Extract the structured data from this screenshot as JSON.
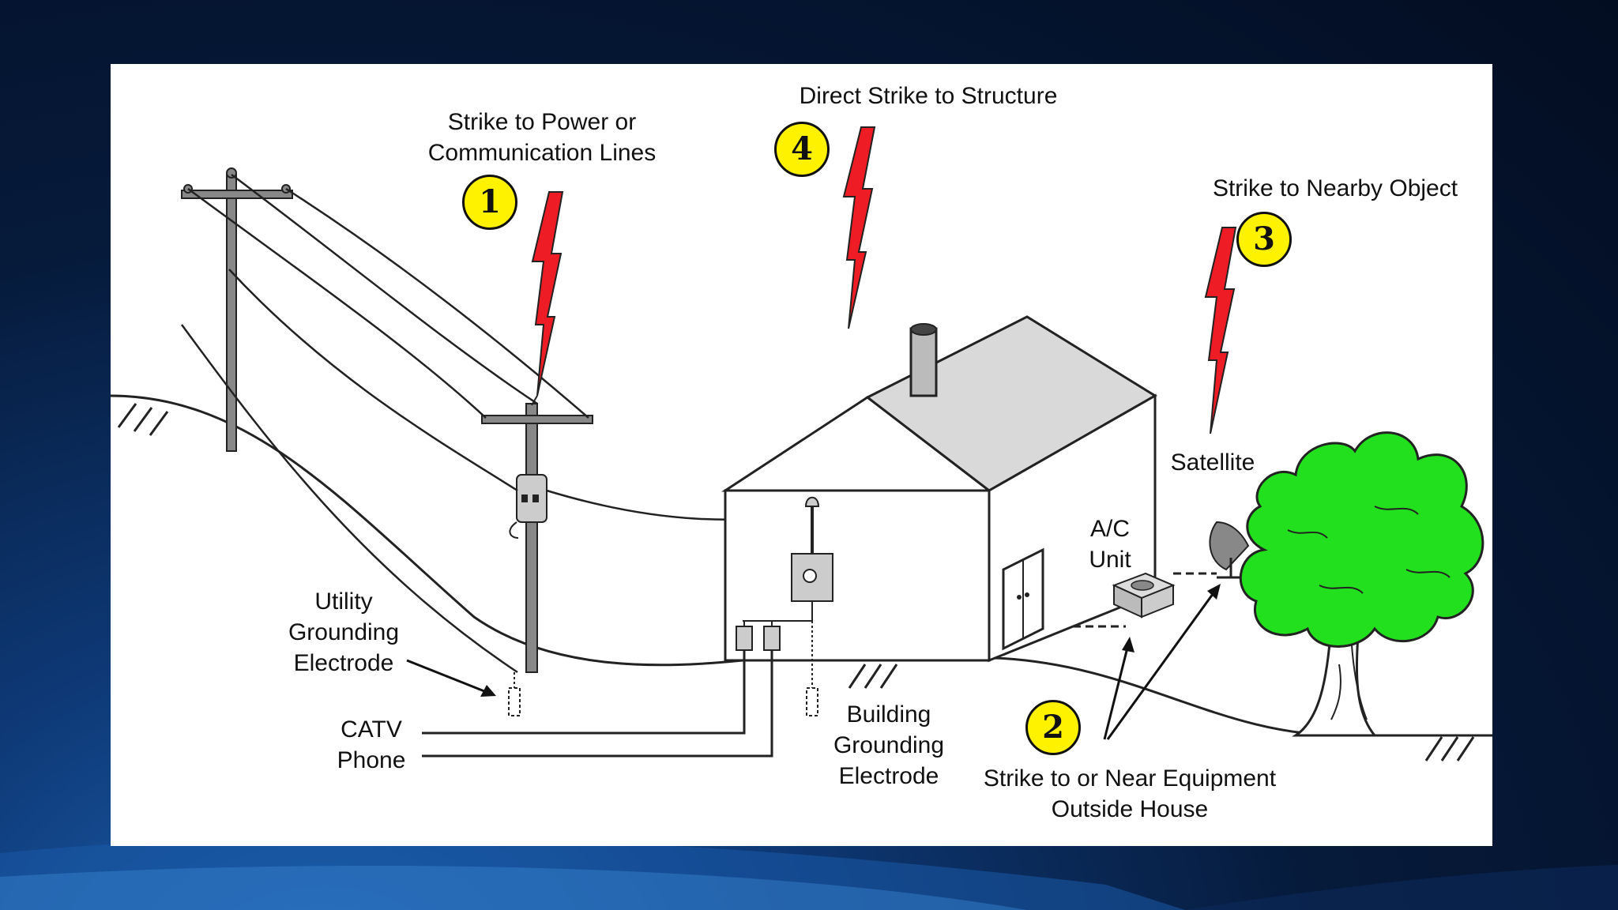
{
  "labels": {
    "strike1_line1": "Strike to Power or",
    "strike1_line2": "Communication Lines",
    "strike4": "Direct Strike to Structure",
    "strike3": "Strike to Nearby Object",
    "satellite": "Satellite",
    "ac_line1": "A/C",
    "ac_line2": "Unit",
    "utility_line1": "Utility",
    "utility_line2": "Grounding",
    "utility_line3": "Electrode",
    "catv": "CATV",
    "phone": "Phone",
    "building_line1": "Building",
    "building_line2": "Grounding",
    "building_line3": "Electrode",
    "strike2_line1": "Strike to or Near Equipment",
    "strike2_line2": "Outside House"
  },
  "badges": {
    "one": "1",
    "two": "2",
    "three": "3",
    "four": "4"
  },
  "colors": {
    "lightning": "#ee1c24",
    "tree": "#22e01e",
    "badge": "#fff200"
  }
}
